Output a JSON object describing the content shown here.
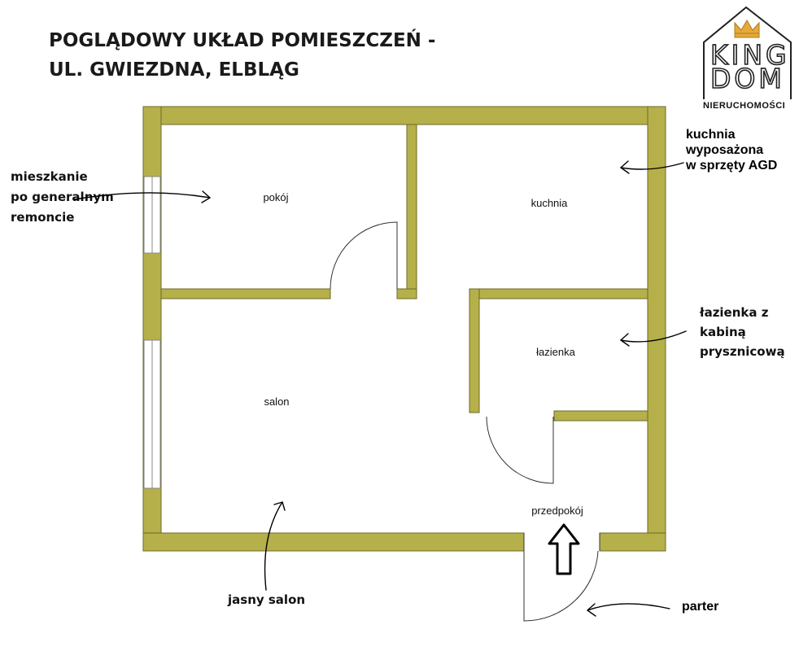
{
  "title": {
    "line1": "POGLĄDOWY UKŁAD POMIESZCZEŃ -",
    "line2": "UL. GWIEZDNA, ELBLĄG"
  },
  "logo": {
    "brand_line1": "KING",
    "brand_line2": "DOM",
    "subtitle": "NIERUCHOMOŚCI",
    "accent_color": "#e6a93a"
  },
  "rooms": {
    "pokoj": "pokój",
    "kuchnia": "kuchnia",
    "lazienka": "łazienka",
    "salon": "salon",
    "przedpokoj": "przedpokój"
  },
  "annotations": {
    "kitchen": [
      "kuchnia",
      "wyposażona",
      "w sprzęty AGD"
    ],
    "renovation": [
      "mieszkanie",
      "po generalnym",
      "remoncie"
    ],
    "bathroom": [
      "łazienka z",
      "kabiną",
      "prysznicową"
    ],
    "salon": [
      "jasny salon"
    ],
    "floor": [
      "parter"
    ]
  },
  "colors": {
    "wall": "#b5b049",
    "wall_edge": "#6d6a2a",
    "ink": "#111111"
  }
}
